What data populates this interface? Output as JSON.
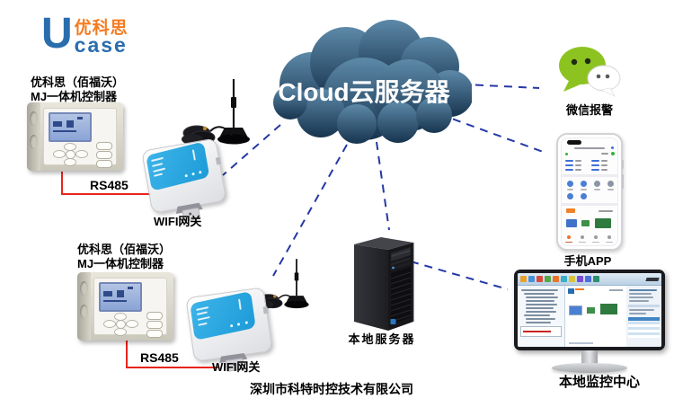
{
  "logo": {
    "u_glyph": "U",
    "brand_cn": "优科思",
    "brand_en": "case"
  },
  "cloud": {
    "label": "Cloud云服务器"
  },
  "controllers": [
    {
      "title_line1": "优科思（佰福沃）",
      "title_line2": "MJ一体机控制器",
      "bus_label": "RS485"
    },
    {
      "title_line1": "优科思（佰福沃）",
      "title_line2": "MJ一体机控制器",
      "bus_label": "RS485"
    }
  ],
  "gateways": [
    {
      "label": "WIFI网关"
    },
    {
      "label": "WIFI网关"
    }
  ],
  "wechat": {
    "label": "微信报警"
  },
  "phone": {
    "label": "手机APP"
  },
  "server": {
    "label": "本地服务器"
  },
  "monitor": {
    "label": "本地监控中心"
  },
  "footer": {
    "company": "深圳市科特时控技术有限公司"
  },
  "colors": {
    "cloud_top": "#5d89a8",
    "cloud_bottom": "#17344f",
    "dashed_link_blue": "#2438a6",
    "rs485_red": "#e8251c",
    "gateway_blue": "#2aa7e2",
    "wechat_green": "#8dc320",
    "logo_orange": "#f47b20",
    "logo_blue": "#2a6dad"
  },
  "icons": [
    "cloud-icon",
    "antenna-icon",
    "wechat-icon",
    "server-tower-icon",
    "phone-icon",
    "monitor-icon",
    "controller-icon",
    "gateway-icon"
  ]
}
